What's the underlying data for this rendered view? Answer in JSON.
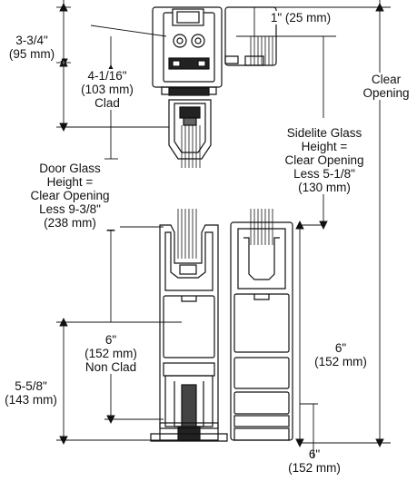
{
  "labels": {
    "head_dim": {
      "line1": "3-3/4\"",
      "line2": "(95 mm)"
    },
    "clad_dim": {
      "line1": "4-1/16\"",
      "line2": "(103 mm)",
      "line3": "Clad"
    },
    "glass_inset": {
      "line1": "1\" (25 mm)"
    },
    "clear_opening": {
      "line1": "Clear",
      "line2": "Opening"
    },
    "sidelite_glass": {
      "line1": "Sidelite Glass",
      "line2": "Height =",
      "line3": "Clear Opening",
      "line4": "Less 5-1/8\"",
      "line5": "(130 mm)"
    },
    "door_glass": {
      "line1": "Door Glass",
      "line2": "Height =",
      "line3": "Clear Opening",
      "line4": "Less 9-3/8\"",
      "line5": "(238 mm)"
    },
    "rail_nonclad": {
      "line1": "6\"",
      "line2": "(152 mm)",
      "line3": "Non Clad"
    },
    "rail_sidelite": {
      "line1": "6\"",
      "line2": "(152 mm)"
    },
    "sill_dim": {
      "line1": "5-5/8\"",
      "line2": "(143 mm)"
    },
    "sill_sidelite": {
      "line1": "6\"",
      "line2": "(152 mm)"
    }
  }
}
